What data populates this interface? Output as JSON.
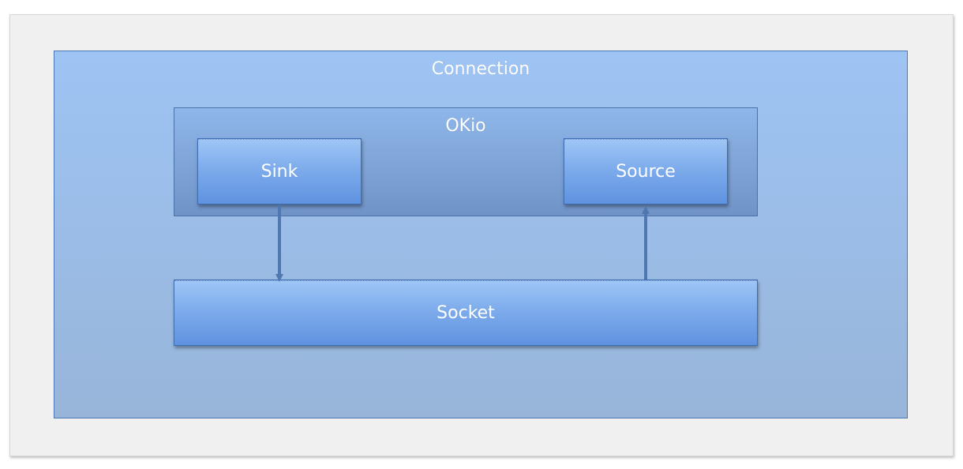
{
  "diagram": {
    "outer_title": "Connection",
    "inner_title": "OKio",
    "sink_label": "Sink",
    "source_label": "Source",
    "socket_label": "Socket",
    "colors": {
      "background": "#f0f0f0",
      "connection_fill": "#9bbde8",
      "okio_fill": "#7ea3d6",
      "box_fill": "#7eacec",
      "border": "#4a78b4",
      "arrow": "#4f78b0"
    },
    "arrows": [
      {
        "from": "Sink",
        "to": "Socket"
      },
      {
        "from": "Socket",
        "to": "Source"
      }
    ]
  }
}
